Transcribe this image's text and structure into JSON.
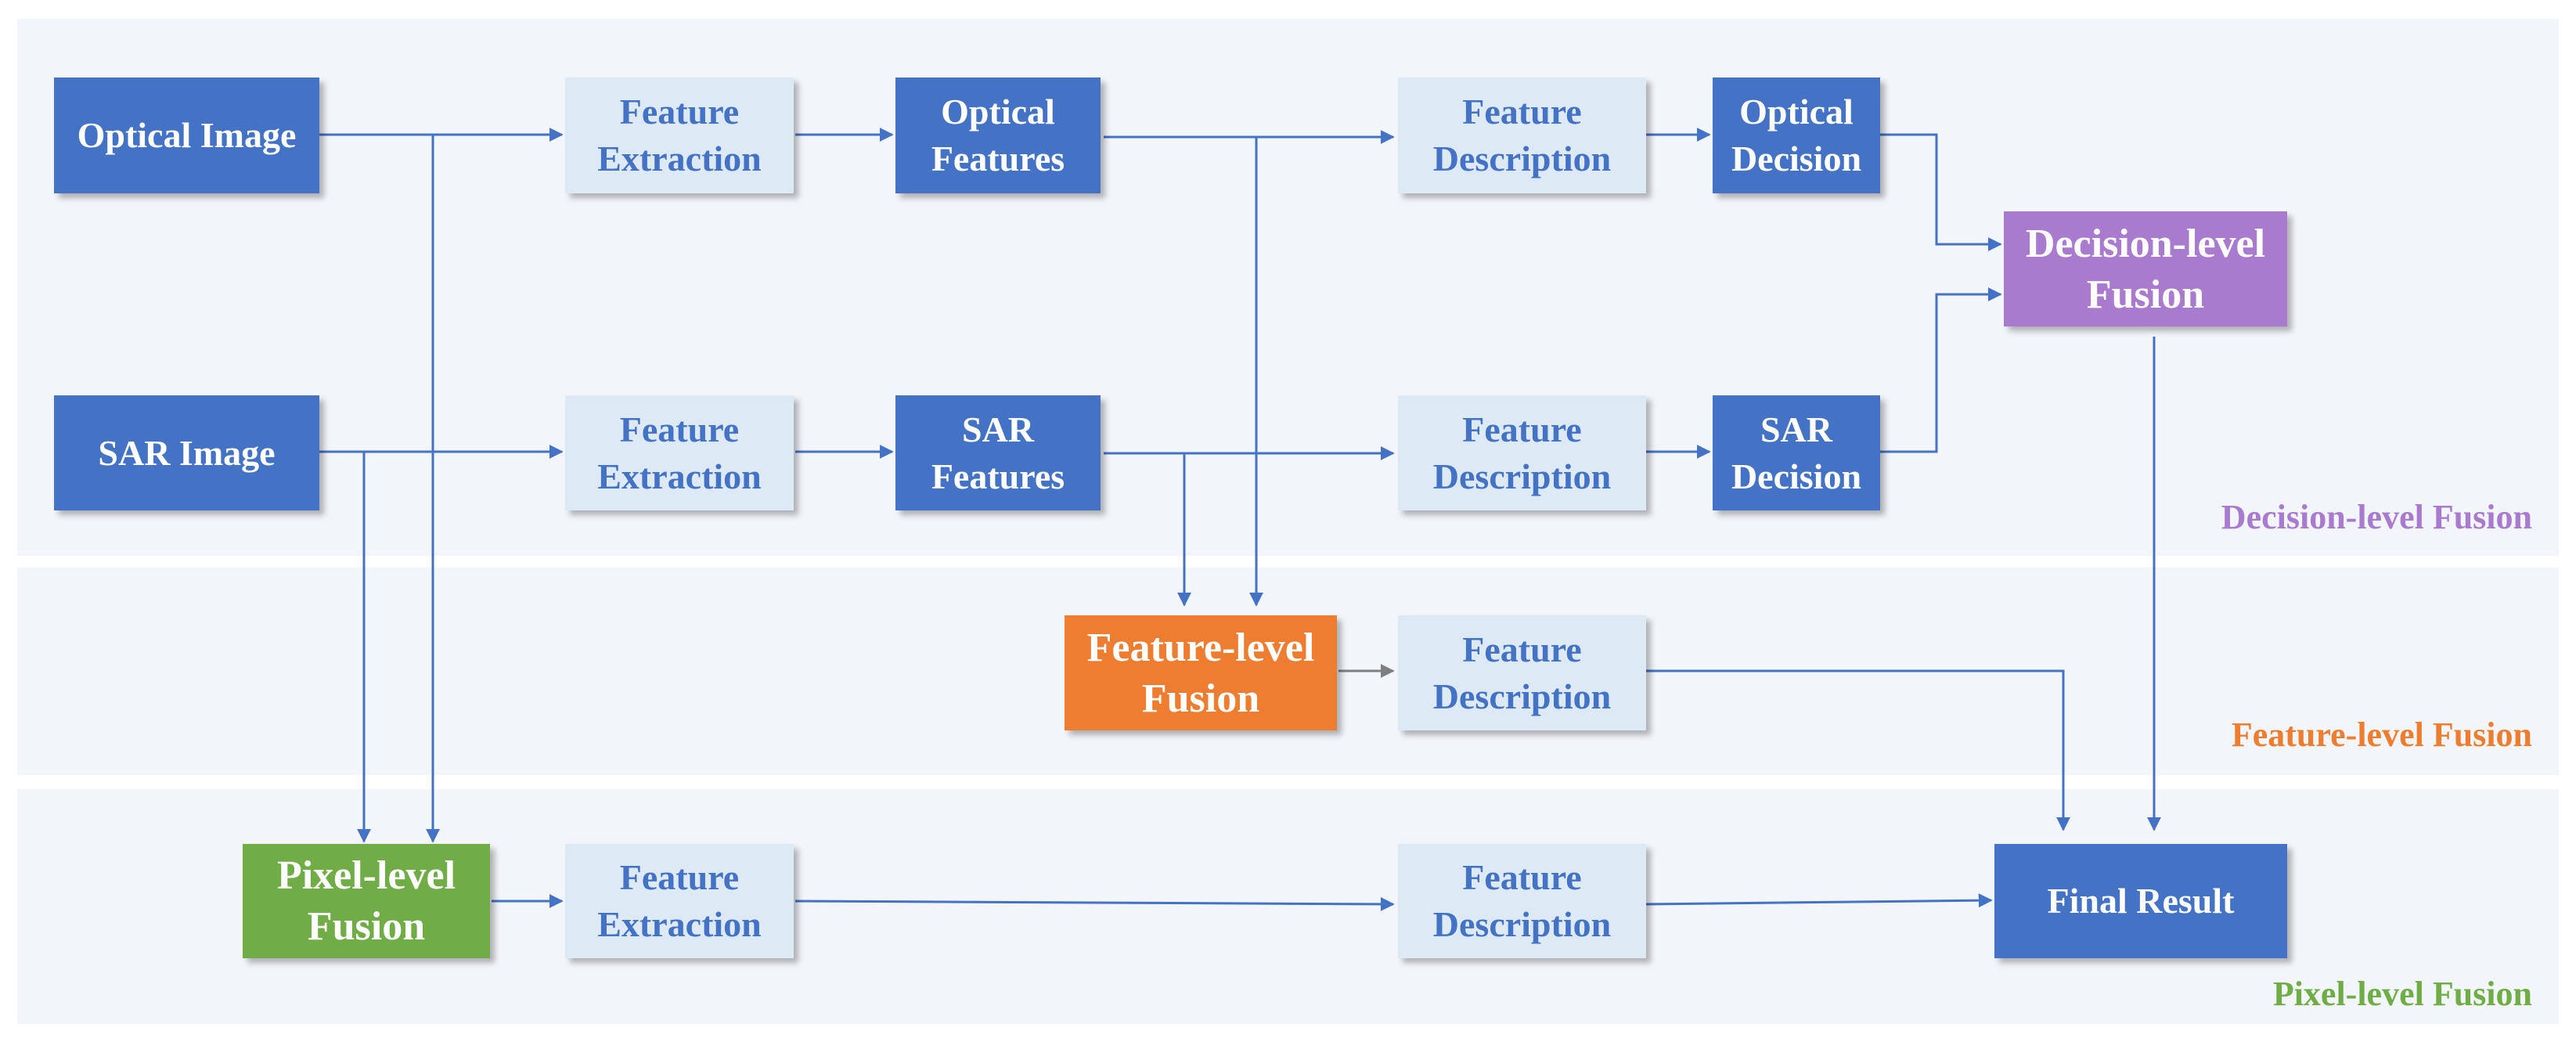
{
  "colors": {
    "dark_blue": "#4472c4",
    "light_blue": "#dde9f4",
    "pixel_fusion": "#70ad47",
    "feature_fusion": "#ed7d31",
    "decision_fusion": "#a97bcf",
    "arrow": "#4472c4",
    "arrow_gray": "#7f7f7f",
    "band": "#f2f5fa"
  },
  "nodes": {
    "optical_image": "Optical Image",
    "sar_image": "SAR Image",
    "feature_extraction_optical": "Feature\nExtraction",
    "feature_extraction_sar": "Feature\nExtraction",
    "feature_extraction_pixel": "Feature\nExtraction",
    "optical_features": "Optical\nFeatures",
    "sar_features": "SAR\nFeatures",
    "feature_description_optical": "Feature\nDescription",
    "feature_description_sar": "Feature\nDescription",
    "feature_description_feature": "Feature\nDescription",
    "feature_description_pixel": "Feature\nDescription",
    "optical_decision": "Optical\nDecision",
    "sar_decision": "SAR\nDecision",
    "decision_level_fusion": "Decision-level\nFusion",
    "feature_level_fusion": "Feature-level\nFusion",
    "pixel_level_fusion": "Pixel-level\nFusion",
    "final_result": "Final Result"
  },
  "bands": {
    "decision": "Decision-level Fusion",
    "feature": "Feature-level Fusion",
    "pixel": "Pixel-level Fusion"
  }
}
